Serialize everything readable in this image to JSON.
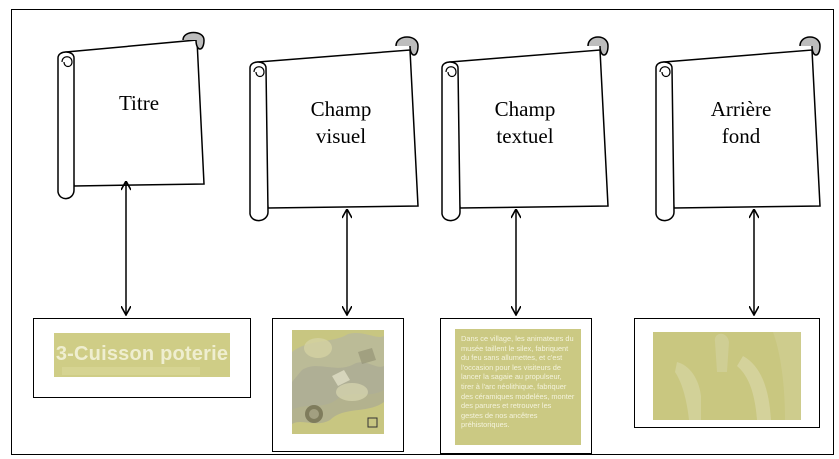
{
  "scrolls": [
    {
      "id": "titre",
      "label": "Titre"
    },
    {
      "id": "champ-visuel",
      "label": "Champ\nvisuel"
    },
    {
      "id": "champ-textuel",
      "label": "Champ\ntextuel"
    },
    {
      "id": "arriere-fond",
      "label": "Arrière\nfond"
    }
  ],
  "previews": {
    "title_text": "3-Cuisson poterie",
    "text_paragraph": "Dans ce village, les animateurs du musée taillent le silex, fabriquent du feu sans allumettes, et c'est l'occasion pour les visiteurs de lancer la sagaie au propulseur, tirer à l'arc néolithique, fabriquer des céramiques modelées, monter des parures et retrouver les gestes de nos ancêtres préhistoriques."
  },
  "colors": {
    "scroll_fill": "#ffffff",
    "scroll_curl": "#bdbdbd",
    "preview_tint": "#cbc983",
    "line": "#000000"
  }
}
